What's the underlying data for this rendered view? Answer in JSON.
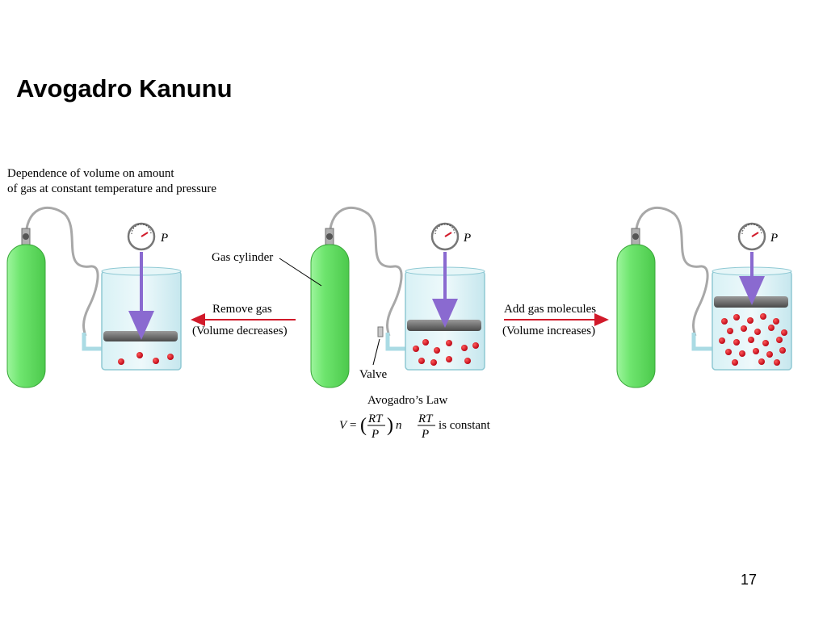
{
  "slide": {
    "title": "Avogadro Kanunu",
    "page_number": "17"
  },
  "figure": {
    "caption_line1": "Dependence of volume on amount",
    "caption_line2": "of gas at constant temperature and pressure",
    "pressure_label": "P",
    "gas_cylinder_label": "Gas cylinder",
    "valve_label": "Valve",
    "remove_gas_label": "Remove gas",
    "volume_decreases_label": "(Volume decreases)",
    "add_gas_label": "Add gas molecules",
    "volume_increases_label": "(Volume increases)",
    "law_title": "Avogadro’s Law",
    "eq_V": "V",
    "eq_equals": "=",
    "eq_RT": "RT",
    "eq_P": "P",
    "eq_n": "n",
    "eq_constant": "is constant"
  },
  "colors": {
    "cylinder_green": "#6ee56e",
    "molecule_red": "#cc1020",
    "arrow_red": "#d11a2a",
    "piston_arrow_purple": "#8a6ad0",
    "beaker_blue": "#bfe6ee"
  }
}
